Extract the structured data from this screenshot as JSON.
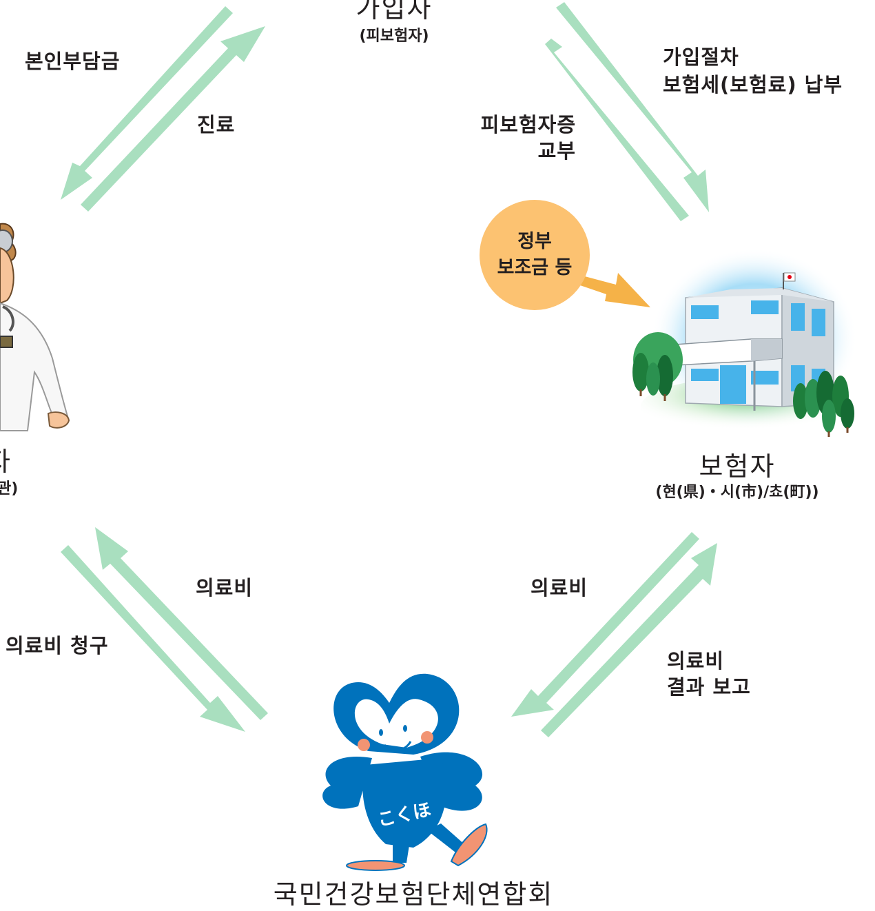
{
  "nodes": {
    "subscriber": {
      "title": "가입자",
      "subtitle": "(피보험자)"
    },
    "insurer": {
      "title": "보험자",
      "subtitle": "(현(県)・시(市)/쵸(町))"
    },
    "provider": {
      "title": "자",
      "subtitle": "관)"
    },
    "federation": {
      "title": "국민건강보험단체연합회"
    }
  },
  "flows": {
    "copay": "본인부담금",
    "treatment": "진료",
    "enrollment_line1": "가입절차",
    "enrollment_line2": "보험세(보험료) 납부",
    "card_line1": "피보험자증",
    "card_line2": "교부",
    "medical_claim": "의료비 청구",
    "medical_fee_left": "의료비",
    "medical_fee_right": "의료비",
    "result_line1": "의료비",
    "result_line2": "결과 보고"
  },
  "subsidy": {
    "line1": "정부",
    "line2": "보조금 등"
  },
  "mascot": {
    "shirt_text": "こくほ"
  },
  "colors": {
    "arrow": "#a9dfbf",
    "subsidy_bubble": "#fcc271",
    "subsidy_arrow": "#f5b248",
    "mascot_blue": "#0072bc"
  }
}
